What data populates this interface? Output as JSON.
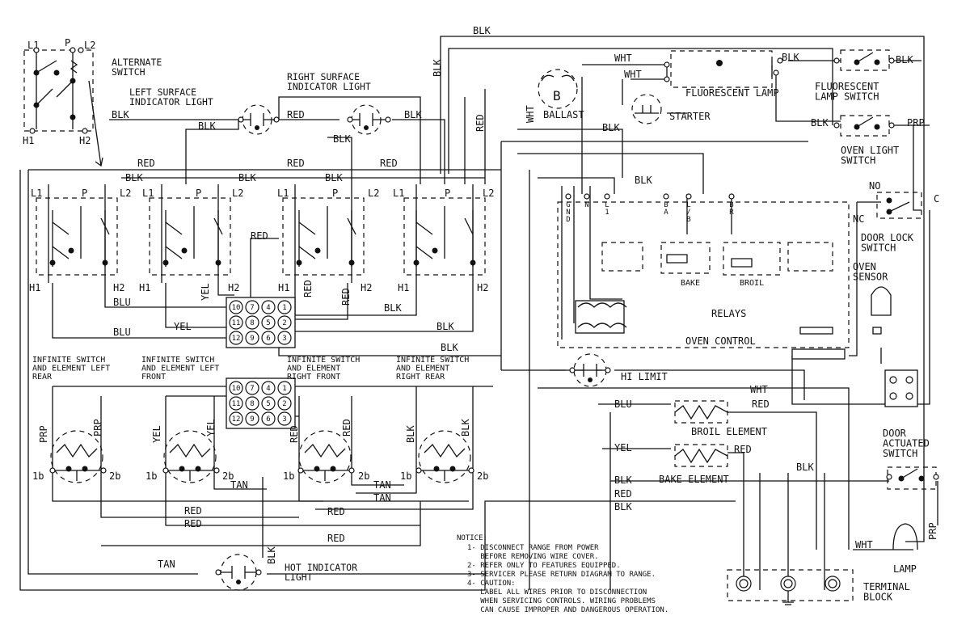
{
  "switches": {
    "alternate": "ALTERNATE SWITCH",
    "fluorescent_lamp": "FLUORESCENT LAMP SWITCH",
    "oven_light": "OVEN LIGHT SWITCH",
    "door_lock": "DOOR LOCK SWITCH",
    "door_actuated": "DOOR ACTUATED SWITCH",
    "alt_terms": [
      "L1",
      "P",
      "L2",
      "H1",
      "H2"
    ]
  },
  "lights": {
    "left_surface": "LEFT SURFACE INDICATOR LIGHT",
    "right_surface": "RIGHT SURFACE INDICATOR LIGHT",
    "hot_indicator": "HOT INDICATOR LIGHT"
  },
  "components": {
    "ballast": "BALLAST",
    "ballast_letter": "B",
    "fluorescent_lamp": "FLUORESCENT LAMP",
    "starter": "STARTER",
    "oven_sensor": "OVEN SENSOR",
    "relays": "RELAYS",
    "oven_control": "OVEN CONTROL",
    "bake": "BAKE",
    "broil": "BROIL",
    "hi_limit": "HI LIMIT",
    "broil_element": "BROIL ELEMENT",
    "bake_element": "BAKE ELEMENT",
    "lamp": "LAMP",
    "terminal_block": "TERMINAL BLOCK",
    "relay_pins": [
      "G N D",
      "N",
      "L 1",
      "B A",
      "L / B",
      "B R"
    ]
  },
  "infinite_switches": [
    {
      "name": "INFINITE SWITCH AND ELEMENT LEFT REAR"
    },
    {
      "name": "INFINITE SWITCH AND ELEMENT LEFT FRONT"
    },
    {
      "name": "INFINITE SWITCH AND ELEMENT RIGHT FRONT"
    },
    {
      "name": "INFINITE SWITCH AND ELEMENT RIGHT REAR"
    }
  ],
  "switch_terms": {
    "l1": "L1",
    "p": "P",
    "l2": "L2",
    "h1": "H1",
    "h2": "H2",
    "t1b": "1b",
    "t2b": "2b",
    "no": "NO",
    "nc": "NC",
    "c": "C"
  },
  "connector_pins": [
    "10",
    "7",
    "4",
    "1",
    "11",
    "8",
    "5",
    "2",
    "12",
    "9",
    "6",
    "3"
  ],
  "wire_colors": {
    "blk": "BLK",
    "red": "RED",
    "blu": "BLU",
    "yel": "YEL",
    "wht": "WHT",
    "tan": "TAN",
    "prp": "PRP"
  },
  "notice": {
    "title": "NOTICE:",
    "lines": [
      "1- DISCONNECT RANGE FROM POWER",
      "   BEFORE REMOVING WIRE COVER.",
      "2- REFER ONLY TO FEATURES EQUIPPED.",
      "3- SERVICER PLEASE RETURN DIAGRAM TO RANGE.",
      "4- CAUTION:",
      "   LABEL ALL WIRES PRIOR TO DISCONNECTION",
      "   WHEN SERVICING CONTROLS. WIRING PROBLEMS",
      "   CAN CAUSE IMPROPER AND DANGEROUS OPERATION."
    ]
  }
}
